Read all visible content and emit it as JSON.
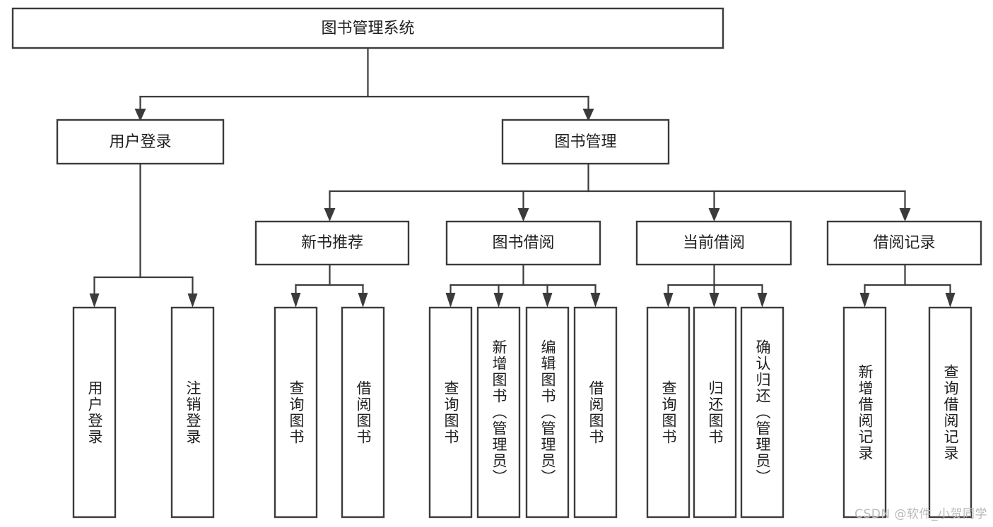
{
  "diagram": {
    "title": "图书管理系统",
    "type": "hierarchy-tree",
    "watermark": "CSDN @软件_小贺同学",
    "colors": {
      "box_stroke": "#3b3b3b",
      "box_fill": "#ffffff",
      "text": "#1f1f1f",
      "connector": "#3b3b3b",
      "watermark": "#b9b9b9",
      "background": "#ffffff"
    },
    "levels": {
      "root": {
        "label": "图书管理系统"
      },
      "level2": [
        {
          "label": "用户登录"
        },
        {
          "label": "图书管理"
        }
      ],
      "level3": [
        {
          "label": "新书推荐"
        },
        {
          "label": "图书借阅"
        },
        {
          "label": "当前借阅"
        },
        {
          "label": "借阅记录"
        }
      ],
      "leaves": [
        {
          "label": "用户登录",
          "parent": "用户登录"
        },
        {
          "label": "注销登录",
          "parent": "用户登录"
        },
        {
          "label": "查询图书",
          "parent": "新书推荐"
        },
        {
          "label": "借阅图书",
          "parent": "新书推荐"
        },
        {
          "label": "查询图书",
          "parent": "图书借阅"
        },
        {
          "label": "新增图书（管理员）",
          "parent": "图书借阅"
        },
        {
          "label": "编辑图书（管理员）",
          "parent": "图书借阅"
        },
        {
          "label": "借阅图书",
          "parent": "图书借阅"
        },
        {
          "label": "查询图书",
          "parent": "当前借阅"
        },
        {
          "label": "归还图书",
          "parent": "当前借阅"
        },
        {
          "label": "确认归还（管理员）",
          "parent": "当前借阅"
        },
        {
          "label": "新增借阅记录",
          "parent": "借阅记录"
        },
        {
          "label": "查询借阅记录",
          "parent": "借阅记录"
        }
      ]
    }
  }
}
